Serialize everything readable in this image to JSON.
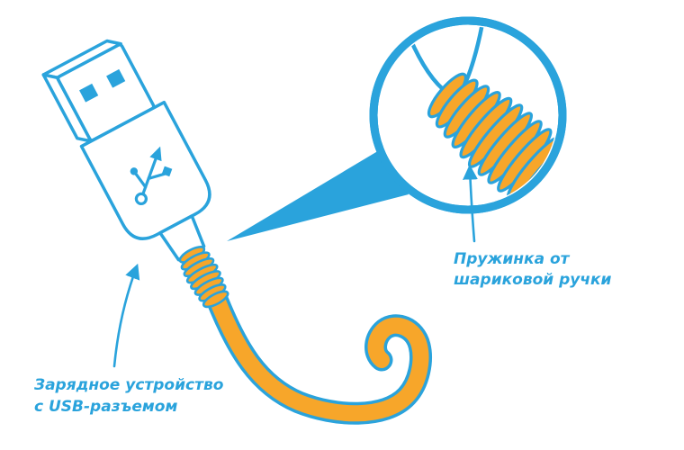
{
  "diagram": {
    "labels": {
      "charger": {
        "line1": "Зарядное устройство",
        "line2": "с USB-разъемом"
      },
      "spring": {
        "line1": "Пружинка от",
        "line2": "шариковой ручки"
      }
    },
    "icons": {
      "usb_logo": "usb-trident-icon"
    },
    "colors": {
      "outline": "#2AA3DC",
      "cable": "#F7A62A",
      "background": "#FFFFFF"
    }
  }
}
